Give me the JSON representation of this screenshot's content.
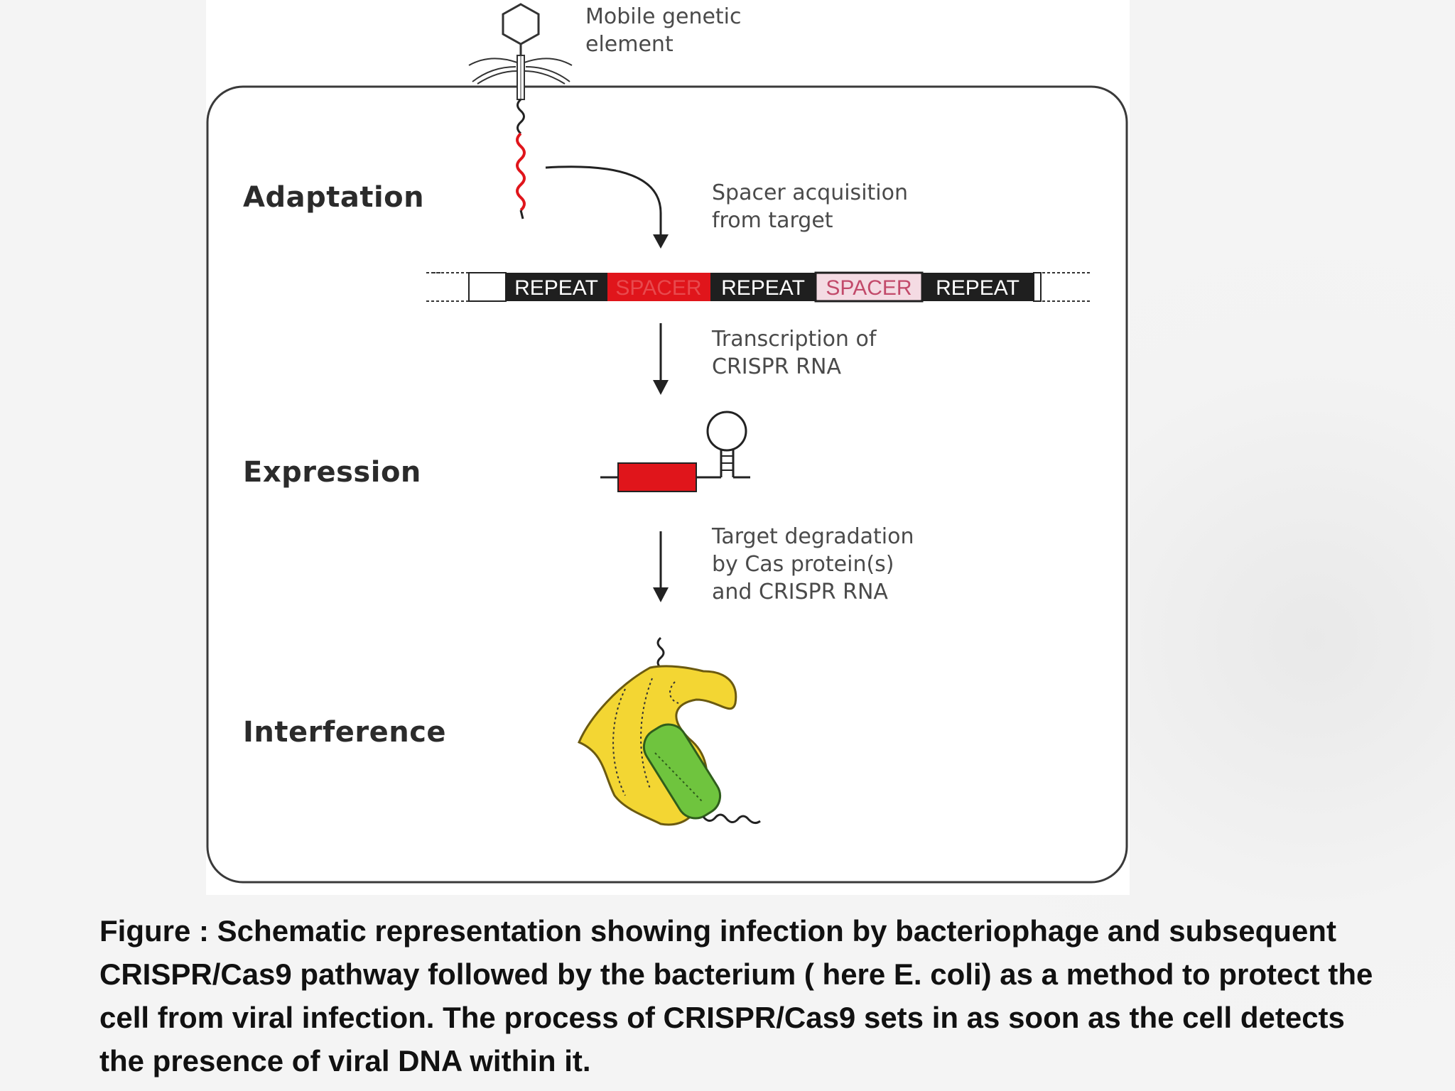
{
  "diagram": {
    "mobile_element_label": [
      "Mobile genetic",
      "element"
    ],
    "stages": {
      "adaptation": "Adaptation",
      "expression": "Expression",
      "interference": "Interference"
    },
    "steps": {
      "spacer_acquisition": [
        "Spacer acquisition",
        "from target"
      ],
      "transcription": [
        "Transcription of",
        "CRISPR RNA"
      ],
      "target_degradation": [
        "Target degradation",
        "by Cas protein(s)",
        "and CRISPR RNA"
      ]
    },
    "crispr_array": [
      "REPEAT",
      "SPACER",
      "REPEAT",
      "SPACER",
      "REPEAT"
    ],
    "colors": {
      "repeat": "#1f1f1f",
      "new_spacer": "#e0151b",
      "old_spacer": "#f4dbe3",
      "cas_protein": "#f3d633",
      "crispr_rna_complex": "#6fc43e",
      "target_dna": "#e0151b"
    }
  },
  "caption": "Figure :  Schematic representation showing infection by bacteriophage and subsequent CRISPR/Cas9 pathway followed by the bacterium ( here E. coli) as a method to protect the cell from viral infection. The process of CRISPR/Cas9 sets in as soon as the cell detects the presence of viral DNA within it."
}
